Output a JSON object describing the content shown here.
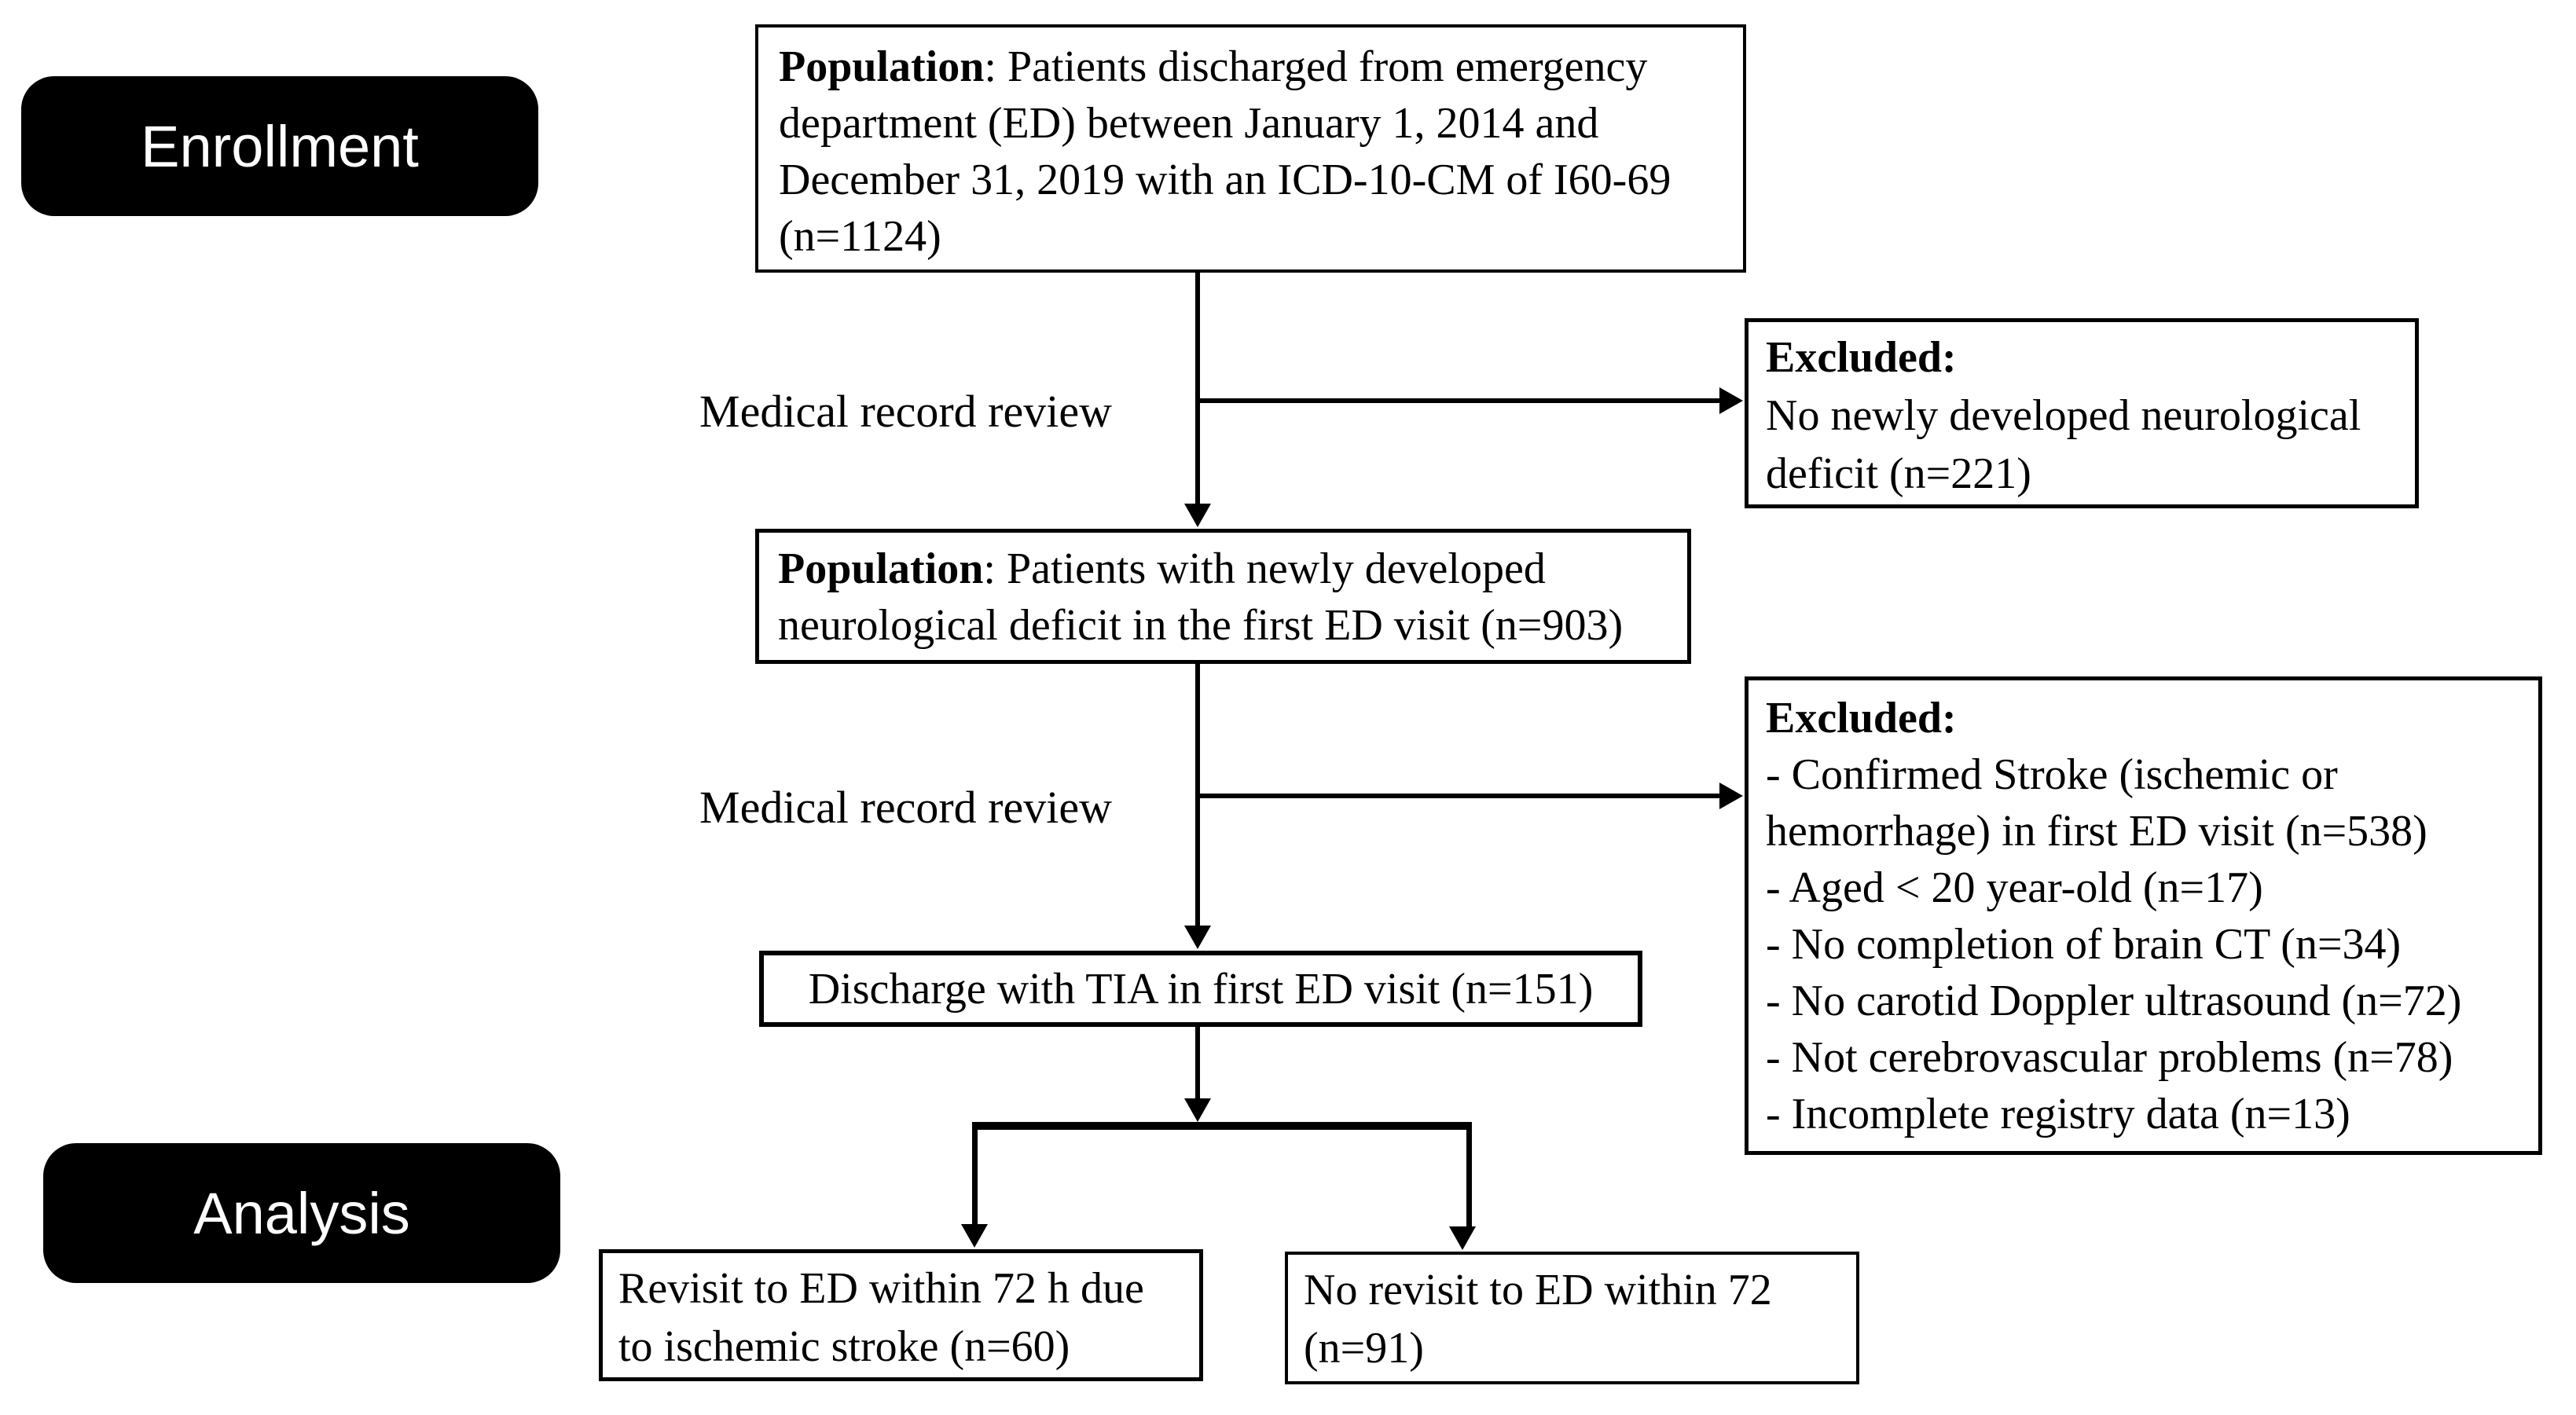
{
  "stages": {
    "enrollment_label": "Enrollment",
    "analysis_label": "Analysis"
  },
  "connector_labels": {
    "review1": "Medical record review",
    "review2": "Medical record review"
  },
  "boxes": {
    "population_initial": {
      "bold_lead": "Population",
      "line1_rest": ": Patients discharged from emergency",
      "lines": [
        "department (ED) between January 1, 2014 and",
        "December 31, 2019 with an ICD-10-CM of I60-69",
        "(n=1124)"
      ],
      "n": 1124
    },
    "excluded_first": {
      "header": "Excluded:",
      "lines": [
        "No newly developed neurological",
        "deficit (n=221)"
      ],
      "n": 221
    },
    "population_new_deficit": {
      "bold_lead": "Population",
      "line1_rest": ": Patients with newly developed",
      "lines": [
        "neurological deficit in the first ED visit (n=903)"
      ],
      "n": 903
    },
    "excluded_second": {
      "header": "Excluded:",
      "lines": [
        "- Confirmed Stroke (ischemic or",
        "hemorrhage) in first ED visit (n=538)",
        "- Aged < 20 year-old (n=17)",
        "- No completion of brain CT (n=34)",
        "- No carotid Doppler ultrasound (n=72)",
        "- Not cerebrovascular problems (n=78)",
        "- Incomplete registry data (n=13)"
      ],
      "exclusion_counts": {
        "confirmed_stroke_first_ed_visit": 538,
        "aged_under_20": 17,
        "no_completion_brain_ct": 34,
        "no_carotid_doppler_ultrasound": 72,
        "not_cerebrovascular_problems": 78,
        "incomplete_registry_data": 13
      }
    },
    "tia_discharge": {
      "text": "Discharge with TIA in first ED visit (n=151)",
      "n": 151
    },
    "revisit": {
      "lines": [
        "Revisit to ED within 72 h due",
        "to ischemic stroke (n=60)"
      ],
      "n": 60
    },
    "no_revisit": {
      "lines": [
        "No revisit to ED within 72",
        "(n=91)"
      ],
      "n": 91
    }
  }
}
